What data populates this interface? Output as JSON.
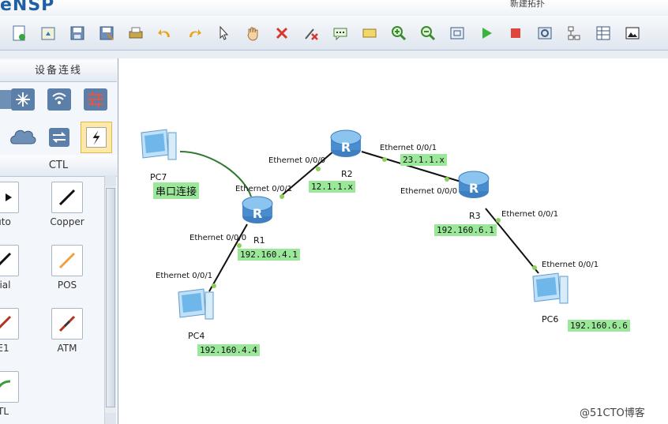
{
  "app": {
    "title": "eNSP",
    "document_title": "新建拓扑"
  },
  "toolbar": {
    "buttons": [
      {
        "name": "new-topology-icon"
      },
      {
        "name": "open-icon"
      },
      {
        "name": "save-icon"
      },
      {
        "name": "save-as-icon"
      },
      {
        "name": "print-icon"
      },
      {
        "name": "undo-icon"
      },
      {
        "name": "redo-icon"
      },
      {
        "name": "select-pointer-icon"
      },
      {
        "name": "pan-hand-icon"
      },
      {
        "name": "delete-icon"
      },
      {
        "name": "delete-link-icon"
      },
      {
        "name": "text-note-icon"
      },
      {
        "name": "rectangle-icon"
      },
      {
        "name": "zoom-in-icon"
      },
      {
        "name": "zoom-out-icon"
      },
      {
        "name": "fit-window-icon"
      },
      {
        "name": "start-device-icon"
      },
      {
        "name": "stop-device-icon"
      },
      {
        "name": "capture-icon"
      },
      {
        "name": "topology-icon"
      },
      {
        "name": "grid-icon"
      },
      {
        "name": "screenshot-icon"
      }
    ]
  },
  "left_panel": {
    "device_section_title": "设备连线",
    "ctl_section_title": "CTL",
    "cables": [
      {
        "label": "uto"
      },
      {
        "label": "Copper"
      },
      {
        "label": "rial"
      },
      {
        "label": "POS"
      },
      {
        "label": "E1"
      },
      {
        "label": "ATM"
      },
      {
        "label": "TL"
      }
    ]
  },
  "canvas": {
    "devices": [
      {
        "name": "PC7"
      },
      {
        "name": "R1"
      },
      {
        "name": "R2"
      },
      {
        "name": "R3"
      },
      {
        "name": "PC4"
      },
      {
        "name": "PC6"
      }
    ],
    "link_labels": {
      "pc7_serial": "串口连接",
      "r1_e001": "Ethernet 0/0/1",
      "r1_e000": "Ethernet 0/0/0",
      "r2_e000": "Ethernet 0/0/0",
      "r2_e001": "Ethernet 0/0/1",
      "r3_e000": "Ethernet 0/0/0",
      "r3_e001": "Ethernet 0/0/1",
      "pc4_e001": "Ethernet 0/0/1",
      "pc6_e001": "Ethernet 0/0/1"
    },
    "addresses": {
      "r1_r2": "12.1.1.x",
      "r2_r3": "23.1.1.x",
      "r1_pc4": "192.160.4.1",
      "pc4": "192.160.4.4",
      "r3_pc6": "192.160.6.1",
      "pc6": "192.160.6.6"
    }
  },
  "watermark": "@51CTO博客",
  "colors": {
    "address_bg": "#9be89b",
    "link": "#111111",
    "serial_link": "#2f7a2f",
    "port_dot": "#8ccf5a"
  }
}
